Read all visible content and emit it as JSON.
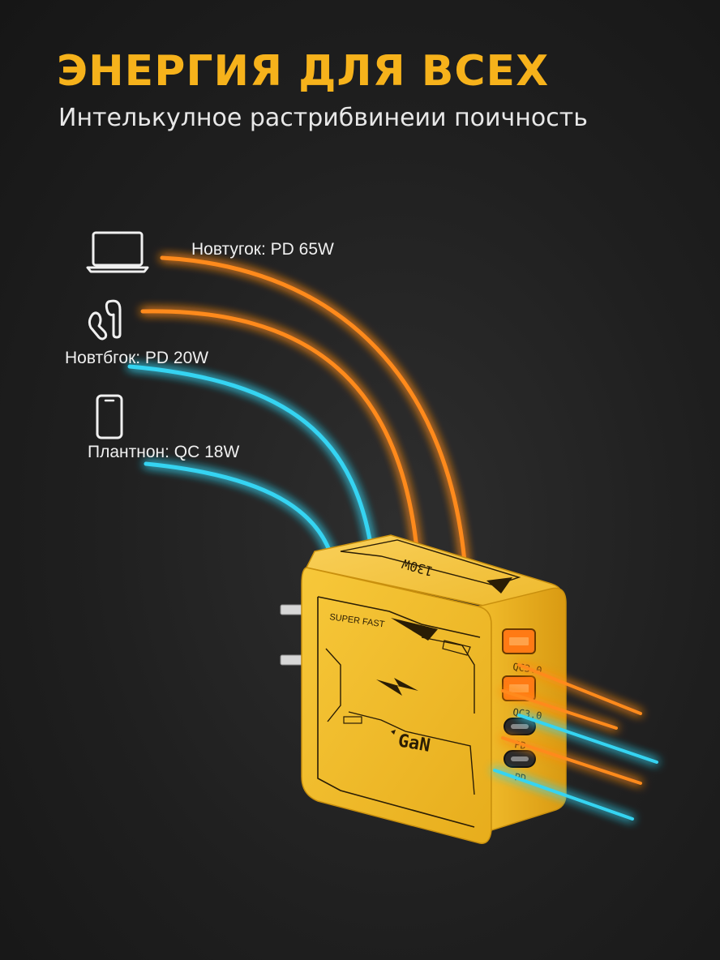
{
  "header": {
    "title": "ЭНЕРГИЯ ДЛЯ ВСЕХ",
    "subtitle": "Интелькулное растрибвинеии поичность"
  },
  "devices": [
    {
      "icon": "laptop-icon",
      "label": "Новтугок: PD 65W"
    },
    {
      "icon": "earbuds-icon",
      "label": "Новтбгок: PD 20W"
    },
    {
      "icon": "phone-icon",
      "label": "Плантнон: QC 18W"
    }
  ],
  "charger": {
    "power_label": "130W",
    "badge_text": "SUPER FAST",
    "tech_label": "GaN",
    "port_labels": [
      "QC3.0",
      "QC3.0",
      "PD",
      "PD"
    ]
  },
  "colors": {
    "accent": "#f6b21b",
    "charger_body": "#f2c02e",
    "orange_line": "#ff8a1a",
    "cyan_line": "#35d4f2",
    "background": "#1f1f1f"
  }
}
